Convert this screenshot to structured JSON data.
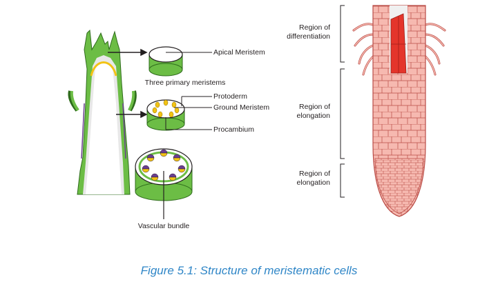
{
  "labels": {
    "apical_meristem": "Apical Meristem",
    "three_primary": "Three primary meristems",
    "protoderm": "Protoderm",
    "ground_meristem": "Ground Meristem",
    "procambium": "Procambium",
    "vascular_bundle": "Vascular bundle",
    "region_diff_1": "Region of",
    "region_diff_2": "differentiation",
    "region_elong_1": "Region of",
    "region_elong_2": "elongation",
    "region_elong2_1": "Region of",
    "region_elong2_2": "elongation"
  },
  "caption": "Figure 5.1: Structure of meristematic cells",
  "colors": {
    "stem_green": "#6cbd45",
    "cell_yellow": "#f2c314",
    "bundle_purple": "#6b3f8f",
    "root_pink": "#f6b9b0",
    "root_red": "#e4352b",
    "caption_blue": "#2f86c7"
  }
}
